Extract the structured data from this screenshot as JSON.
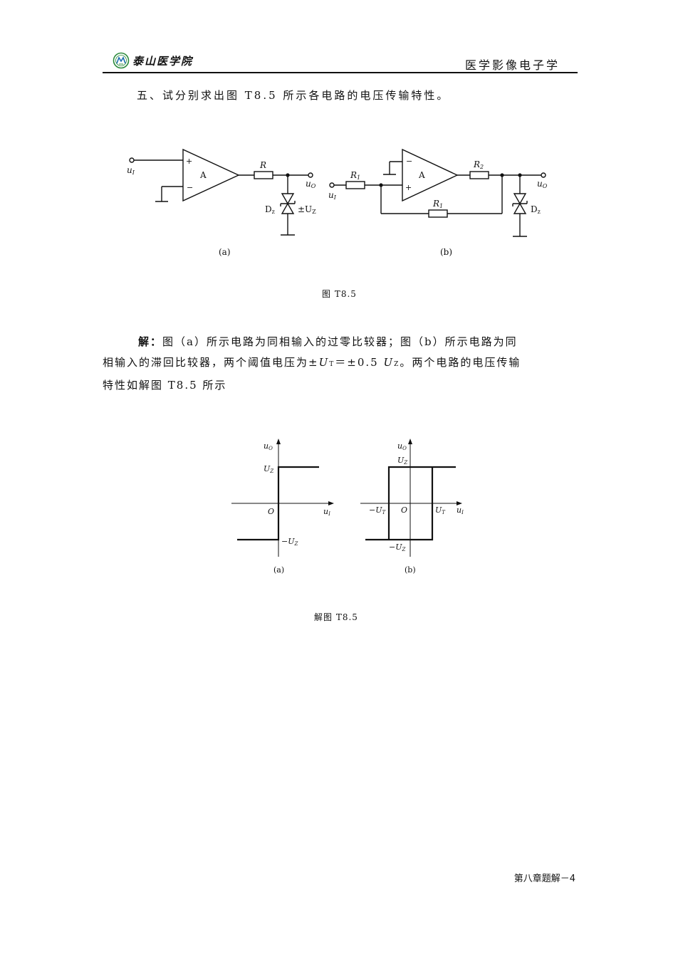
{
  "header": {
    "school_name": "泰山医学院",
    "course_title": "医学影像电子学",
    "logo_icon": "school-logo-icon"
  },
  "question": {
    "text": "五、试分别求出图 T8.5 所示各电路的电压传输特性。"
  },
  "figure_t85": {
    "caption": "图 T8.5",
    "panel_a_label": "(a)",
    "panel_b_label": "(b)",
    "a": {
      "input": "u",
      "input_sub": "I",
      "plus": "+",
      "minus": "−",
      "amp": "A",
      "resistor": "R",
      "output": "u",
      "output_sub": "O",
      "diode": "D",
      "diode_sub": "z",
      "diode_v_prefix": "±U",
      "diode_v_sub": "Z"
    },
    "b": {
      "input": "u",
      "input_sub": "I",
      "plus": "+",
      "minus": "−",
      "amp": "A",
      "r1": "R",
      "r1_sub": "1",
      "r2": "R",
      "r2_sub": "2",
      "rf": "R",
      "rf_sub": "1",
      "output": "u",
      "output_sub": "O",
      "diode": "D",
      "diode_sub": "z"
    }
  },
  "solution": {
    "label": "解：",
    "line1": "图（a）所示电路为同相输入的过零比较器；图（b）所示电路为同",
    "line2_a": "相输入的滞回比较器，两个阈值电压为±",
    "ut": "U",
    "ut_sub": "T",
    "line2_b": "＝±0.5 ",
    "uz": "U",
    "uz_sub": "Z",
    "line2_c": "。两个电路的电压传输",
    "line3": "特性如解图 T8.5 所示"
  },
  "figure_sol": {
    "caption": "解图 T8.5",
    "panel_a_label": "(a)",
    "panel_b_label": "(b)",
    "axis_y": "u",
    "axis_y_sub": "O",
    "axis_x": "u",
    "axis_x_sub": "I",
    "origin": "O",
    "uz_pos": "U",
    "uz_pos_sub": "Z",
    "uz_neg": "−U",
    "uz_neg_sub": "Z",
    "ut_pos": "U",
    "ut_pos_sub": "T",
    "ut_neg": "−U",
    "ut_neg_sub": "T"
  },
  "footer": {
    "page_label": "第八章题解－4"
  }
}
